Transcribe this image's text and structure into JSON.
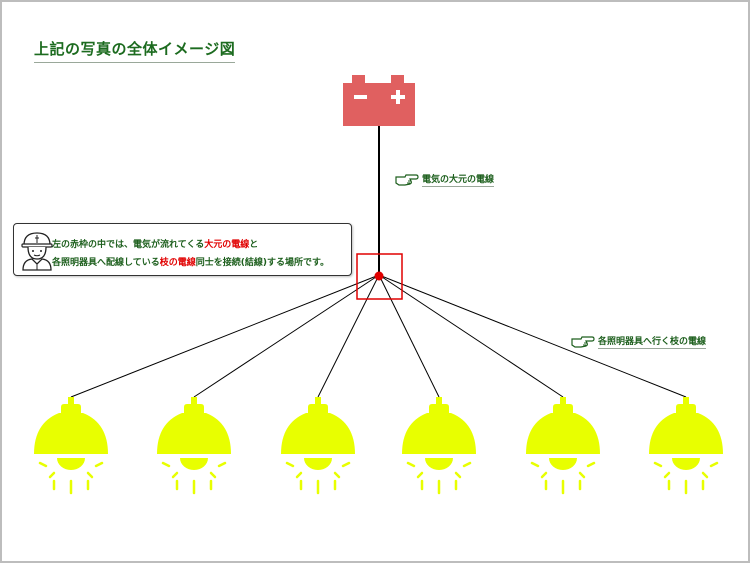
{
  "title": "上記の写真の全体イメージ図",
  "battery": {
    "minus": "−",
    "plus": "+",
    "color": "#e06060"
  },
  "labels": {
    "main_wire": "電気の大元の電線",
    "branch_wires": "各照明器具へ行く枝の電線"
  },
  "callout": {
    "line1_a": "左の赤枠の中では、電気が流れてくる",
    "line1_red": "大元の電線",
    "line1_b": "と",
    "line2_a": "各照明器具へ配線している",
    "line2_red": "枝の電線",
    "line2_b": "同士を接続(結線)する場所です。"
  },
  "lamps": {
    "count": 6,
    "color": "#e8ff00"
  },
  "colors": {
    "title": "#1c6b1f",
    "highlight": "#e10000",
    "frame": "#bdbdbd"
  },
  "icons": [
    "battery-icon",
    "pointing-hand-icon",
    "worker-icon",
    "lamp-icon"
  ]
}
